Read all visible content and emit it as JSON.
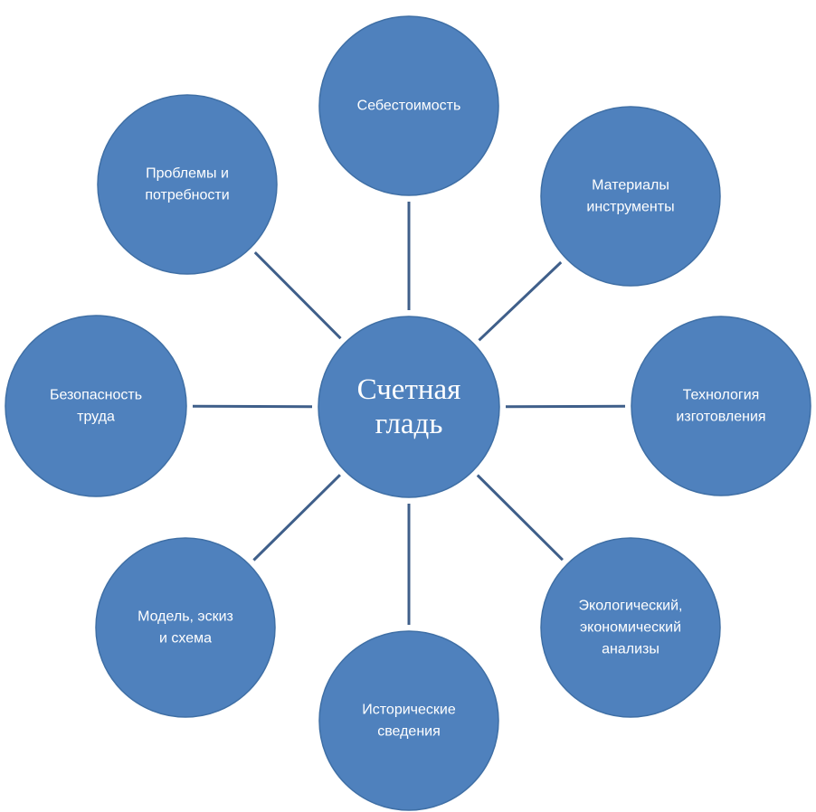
{
  "colors": {
    "node_fill": "#4f81bd",
    "connector": "#3f5f8a",
    "text": "#ffffff",
    "background": "#ffffff"
  },
  "center": {
    "lines": [
      "Счетная",
      "гладь"
    ]
  },
  "nodes": [
    {
      "id": "cost",
      "lines": [
        "Себестоимость"
      ]
    },
    {
      "id": "materials",
      "lines": [
        "Материалы",
        "инструменты"
      ]
    },
    {
      "id": "technology",
      "lines": [
        "Технология",
        "изготовления"
      ]
    },
    {
      "id": "analysis",
      "lines": [
        "Экологический,",
        "экономический",
        "анализы"
      ]
    },
    {
      "id": "history",
      "lines": [
        "Исторические",
        "сведения"
      ]
    },
    {
      "id": "model",
      "lines": [
        "Модель, эскиз",
        "и схема"
      ]
    },
    {
      "id": "safety",
      "lines": [
        "Безопасность",
        "труда"
      ]
    },
    {
      "id": "problems",
      "lines": [
        "Проблемы и",
        "потребности"
      ]
    }
  ]
}
